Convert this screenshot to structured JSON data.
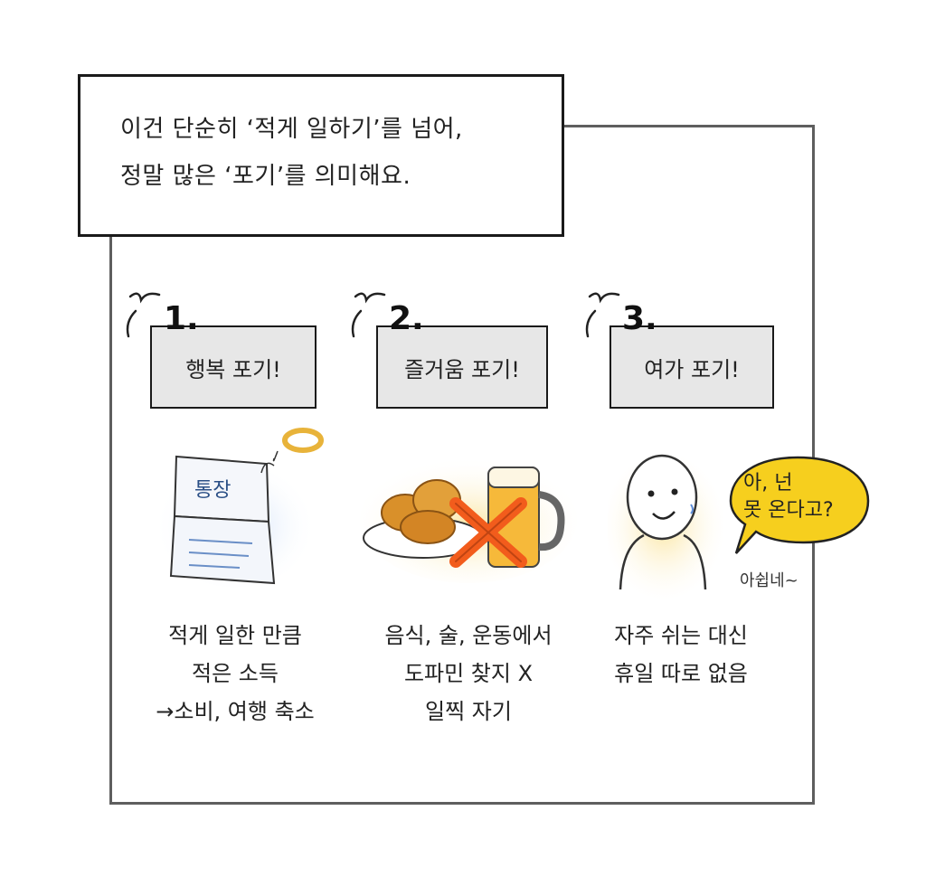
{
  "caption": {
    "line1": "이건 단순히 ‘적게 일하기’를 넘어,",
    "line2": "정말 많은 ‘포기’를 의미해요."
  },
  "items": [
    {
      "number": "1.",
      "tag": "행복 포기!",
      "illustration": {
        "icon": "bankbook-icon",
        "label": "통장"
      },
      "desc": [
        "적게 일한 만큼",
        "적은 소득",
        "→소비, 여행 축소"
      ]
    },
    {
      "number": "2.",
      "tag": "즐거움 포기!",
      "illustration": {
        "icon": "chicken-and-beer-icon"
      },
      "desc": [
        "음식, 술, 운동에서",
        "도파민 찾지 X",
        "일찍 자기"
      ]
    },
    {
      "number": "3.",
      "tag": "여가 포기!",
      "illustration": {
        "icon": "person-icon",
        "bubble_line1": "아, 넌",
        "bubble_line2": "못 온다고?",
        "murmur": "아쉽네~"
      },
      "desc": [
        "자주 쉬는 대신",
        "휴일 따로 없음"
      ]
    }
  ],
  "colors": {
    "tag_bg": "#e7e7e7",
    "bubble": "#f6cf1e",
    "cross": "#f25c1c",
    "glow_blue": "#c9dcf7",
    "glow_yellow": "#fbe6a3"
  }
}
